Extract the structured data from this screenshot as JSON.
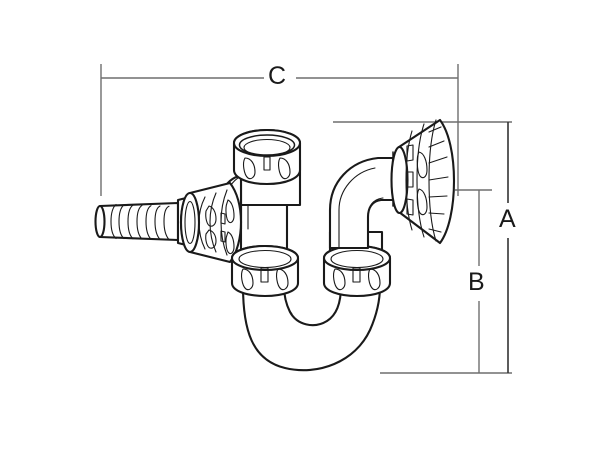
{
  "figure": {
    "type": "technical-line-drawing",
    "subject": "plumbing p-trap with hose connection",
    "background_color": "#ffffff",
    "line_color": "#1a1a1a",
    "dimension_line_color": "#6e6e6e"
  },
  "dimensions": {
    "c": {
      "label": "C",
      "orientation": "horizontal",
      "description": "overall width dimension across the top"
    },
    "a": {
      "label": "A",
      "orientation": "vertical",
      "description": "overall height dimension on the right, outermost"
    },
    "b": {
      "label": "B",
      "orientation": "vertical",
      "description": "inner height dimension on the right"
    }
  },
  "components": {
    "hose_barb": "ribbed hose barb inlet spigot",
    "barb_nut": "knurled compression nut on hose barb",
    "top_collar": "open threaded inlet collar at top",
    "tee_body": "tee body junction",
    "left_joint_nut": "knurled union nut on left trap leg",
    "right_joint_nut": "knurled union nut on right trap leg",
    "u_bend": "u-shaped trap bend",
    "elbow": "ninety degree outlet elbow",
    "outlet_nut": "knurled outlet nut with radial ribs"
  }
}
